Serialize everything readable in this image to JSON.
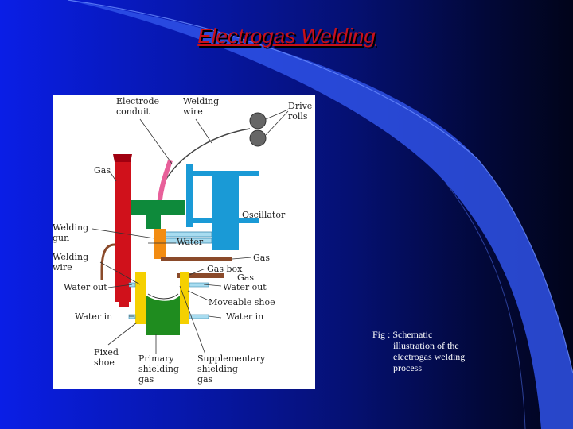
{
  "slide": {
    "title": "Electrogas Welding",
    "caption": {
      "prefix": "Fig : Schematic",
      "lines": [
        "illustration of the",
        "electrogas welding",
        "process"
      ]
    }
  },
  "colors": {
    "title": "#c8101a",
    "background_start": "#0a1ee6",
    "background_end": "#01041a",
    "swoosh": "#3a64f0"
  },
  "diagram": {
    "labels": {
      "electrode_conduit": [
        "Electrode",
        "conduit"
      ],
      "welding_wire_top": [
        "Welding",
        "wire"
      ],
      "drive_rolls": [
        "Drive",
        "rolls"
      ],
      "gas_left": "Gas",
      "oscillator": "Oscillator",
      "welding_gun": [
        "Welding",
        "gun"
      ],
      "water_top": "Water",
      "welding_wire_left": [
        "Welding",
        "wire"
      ],
      "gas_right": "Gas",
      "gas_box": "Gas  box",
      "gas_box_gas": "Gas",
      "water_out_left": "Water  out",
      "water_out_right": "Water  out",
      "moveable_shoe": "Moveable  shoe",
      "water_in_left": "Water  in",
      "water_in_right": "Water  in",
      "fixed_shoe": [
        "Fixed",
        "shoe"
      ],
      "primary_shielding_gas": [
        "Primary",
        "shielding",
        "gas"
      ],
      "supplementary_shielding_gas": [
        "Supplementary",
        "shielding",
        "gas"
      ]
    }
  }
}
